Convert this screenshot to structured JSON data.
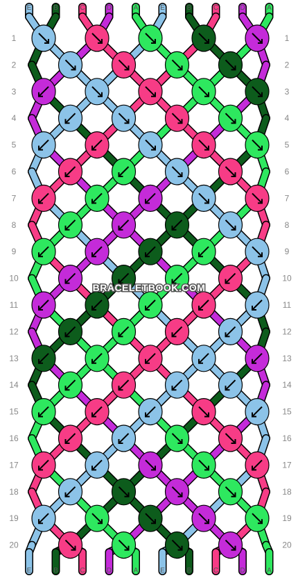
{
  "colors": {
    "A": "#2ee85f",
    "B": "#0d5c1c",
    "C": "#f73c86",
    "D": "#c42bd9",
    "E": "#8cc3e8"
  },
  "strands_top": [
    "E",
    "B",
    "C",
    "D",
    "A",
    "E",
    "B",
    "C",
    "D",
    "A"
  ],
  "strands_bottom": [
    "E",
    "B",
    "C",
    "D",
    "A",
    "E",
    "B",
    "C",
    "D",
    "A"
  ],
  "row_labels": [
    "1",
    "2",
    "3",
    "4",
    "5",
    "6",
    "7",
    "8",
    "9",
    "10",
    "11",
    "12",
    "13",
    "14",
    "15",
    "16",
    "17",
    "18",
    "19",
    "20"
  ],
  "watermark": "BRACELETBOOK.COM",
  "knot_colors": [
    [
      "E",
      "C",
      "A",
      "B",
      "D"
    ],
    [
      "E",
      "C",
      "A",
      "B"
    ],
    [
      "D",
      "E",
      "C",
      "A",
      "B"
    ],
    [
      "E",
      "E",
      "C",
      "A"
    ],
    [
      "E",
      "C",
      "E",
      "C",
      "A"
    ],
    [
      "C",
      "A",
      "E",
      "C"
    ],
    [
      "C",
      "A",
      "D",
      "E",
      "C"
    ],
    [
      "A",
      "D",
      "B",
      "E"
    ],
    [
      "A",
      "D",
      "B",
      "A",
      "E"
    ],
    [
      "D",
      "B",
      "A",
      "C"
    ],
    [
      "D",
      "B",
      "A",
      "C",
      "E"
    ],
    [
      "B",
      "A",
      "C",
      "E"
    ],
    [
      "B",
      "A",
      "C",
      "E",
      "D"
    ],
    [
      "A",
      "C",
      "E",
      "E"
    ],
    [
      "A",
      "C",
      "E",
      "C",
      "E"
    ],
    [
      "C",
      "E",
      "A",
      "C"
    ],
    [
      "C",
      "E",
      "D",
      "A",
      "C"
    ],
    [
      "E",
      "B",
      "D",
      "A"
    ],
    [
      "E",
      "A",
      "B",
      "D",
      "A"
    ],
    [
      "C",
      "A",
      "B",
      "D"
    ]
  ],
  "knot_dirs": [
    [
      "SE",
      "SE",
      "SE",
      "SE",
      "SE"
    ],
    [
      "SE",
      "SE",
      "SE",
      "SE"
    ],
    [
      "SW",
      "SE",
      "SE",
      "SE",
      "SE"
    ],
    [
      "SW",
      "SE",
      "SE",
      "SE"
    ],
    [
      "SW",
      "SW",
      "SE",
      "SE",
      "SE"
    ],
    [
      "SW",
      "SW",
      "SE",
      "SE"
    ],
    [
      "SW",
      "SW",
      "SW",
      "SE",
      "SE"
    ],
    [
      "SW",
      "SW",
      "SW",
      "SE"
    ],
    [
      "SW",
      "SW",
      "SW",
      "SW",
      "SE"
    ],
    [
      "SW",
      "SW",
      "SW",
      "SW"
    ],
    [
      "SW",
      "SW",
      "SW",
      "SW",
      "SW"
    ],
    [
      "SW",
      "SW",
      "SW",
      "SW"
    ],
    [
      "SW",
      "SW",
      "SW",
      "SW",
      "SW"
    ],
    [
      "SW",
      "SW",
      "SW",
      "SW"
    ],
    [
      "SW",
      "SW",
      "SW",
      "SE",
      "SW"
    ],
    [
      "SW",
      "SW",
      "SE",
      "SE"
    ],
    [
      "SW",
      "SW",
      "SE",
      "SE",
      "SW"
    ],
    [
      "SW",
      "SE",
      "SE",
      "SE"
    ],
    [
      "SW",
      "SE",
      "SE",
      "SE",
      "SE"
    ],
    [
      "SE",
      "SE",
      "SE",
      "SE"
    ]
  ]
}
